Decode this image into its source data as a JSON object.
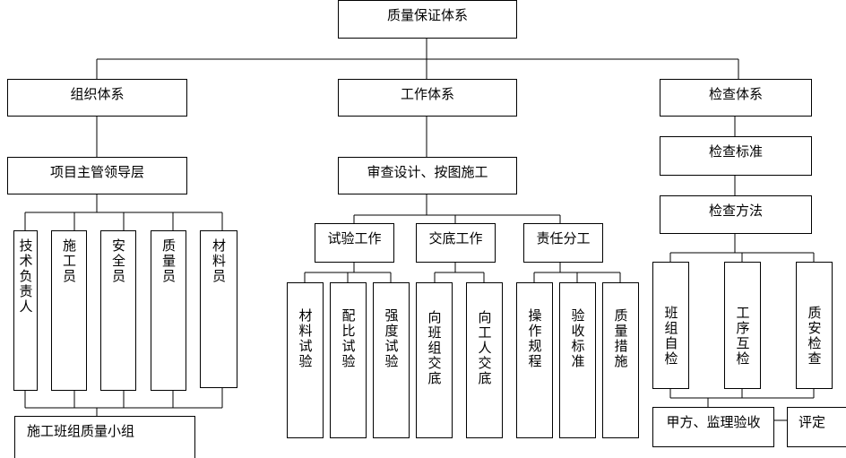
{
  "root": "质量保证体系",
  "organization": {
    "title": "组织体系",
    "leadership": "项目主管领导层",
    "members": [
      "技术负责人",
      "施工员",
      "安全员",
      "质量员",
      "材料员"
    ],
    "team": "施工班组质量小组"
  },
  "work": {
    "title": "工作体系",
    "review": "审查设计、按图施工",
    "categories": [
      "试验工作",
      "交底工作",
      "责任分工"
    ],
    "items": [
      "材料试验",
      "配比试验",
      "强度试验",
      "向班组交底",
      "向工人交底",
      "操作规程",
      "验收标准",
      "质量措施"
    ]
  },
  "inspection": {
    "title": "检查体系",
    "standard": "检查标准",
    "method": "检查方法",
    "checks": [
      "班组自检",
      "工序互检",
      "质安检查"
    ],
    "acceptance": "甲方、监理验收",
    "evaluation": "评定"
  }
}
